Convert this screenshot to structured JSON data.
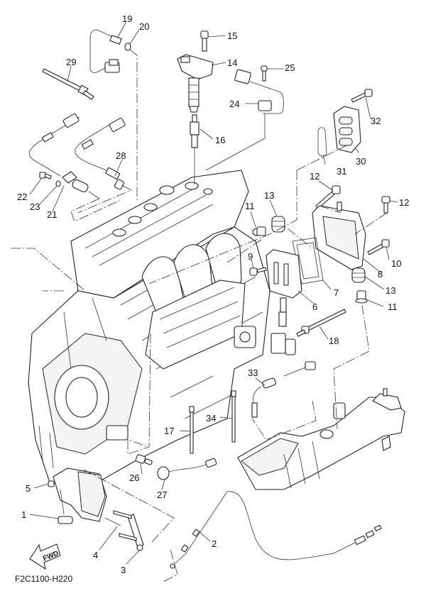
{
  "diagram": {
    "figure_code": "F2C1100-H220",
    "direction_arrow_label": "FWD",
    "callouts": [
      {
        "id": "c1",
        "label": "1"
      },
      {
        "id": "c2",
        "label": "2"
      },
      {
        "id": "c3",
        "label": "3"
      },
      {
        "id": "c4",
        "label": "4"
      },
      {
        "id": "c5",
        "label": "5"
      },
      {
        "id": "c6",
        "label": "6"
      },
      {
        "id": "c7",
        "label": "7"
      },
      {
        "id": "c8",
        "label": "8"
      },
      {
        "id": "c9",
        "label": "9"
      },
      {
        "id": "c10",
        "label": "10"
      },
      {
        "id": "c11a",
        "label": "11"
      },
      {
        "id": "c11b",
        "label": "11"
      },
      {
        "id": "c12a",
        "label": "12"
      },
      {
        "id": "c12b",
        "label": "12"
      },
      {
        "id": "c13a",
        "label": "13"
      },
      {
        "id": "c13b",
        "label": "13"
      },
      {
        "id": "c14",
        "label": "14"
      },
      {
        "id": "c15",
        "label": "15"
      },
      {
        "id": "c16",
        "label": "16"
      },
      {
        "id": "c17",
        "label": "17"
      },
      {
        "id": "c18",
        "label": "18"
      },
      {
        "id": "c19",
        "label": "19"
      },
      {
        "id": "c20",
        "label": "20"
      },
      {
        "id": "c21",
        "label": "21"
      },
      {
        "id": "c22",
        "label": "22"
      },
      {
        "id": "c23",
        "label": "23"
      },
      {
        "id": "c24",
        "label": "24"
      },
      {
        "id": "c25",
        "label": "25"
      },
      {
        "id": "c26",
        "label": "26"
      },
      {
        "id": "c27",
        "label": "27"
      },
      {
        "id": "c28",
        "label": "28"
      },
      {
        "id": "c29",
        "label": "29"
      },
      {
        "id": "c30",
        "label": "30"
      },
      {
        "id": "c31",
        "label": "31"
      },
      {
        "id": "c32",
        "label": "32"
      },
      {
        "id": "c33",
        "label": "33"
      },
      {
        "id": "c34",
        "label": "34"
      }
    ]
  }
}
